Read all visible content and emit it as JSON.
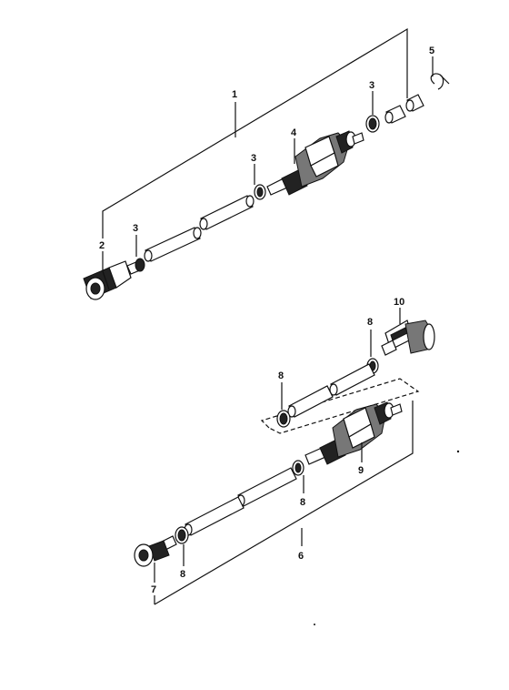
{
  "diagram": {
    "labels": {
      "p1": "1",
      "p2": "2",
      "p3a": "3",
      "p3b": "3",
      "p3c": "3",
      "p4": "4",
      "p5": "5",
      "p6": "6",
      "p7": "7",
      "p8a": "8",
      "p8b": "8",
      "p8c": "8",
      "p8d": "8",
      "p9": "9",
      "p10": "10"
    }
  }
}
